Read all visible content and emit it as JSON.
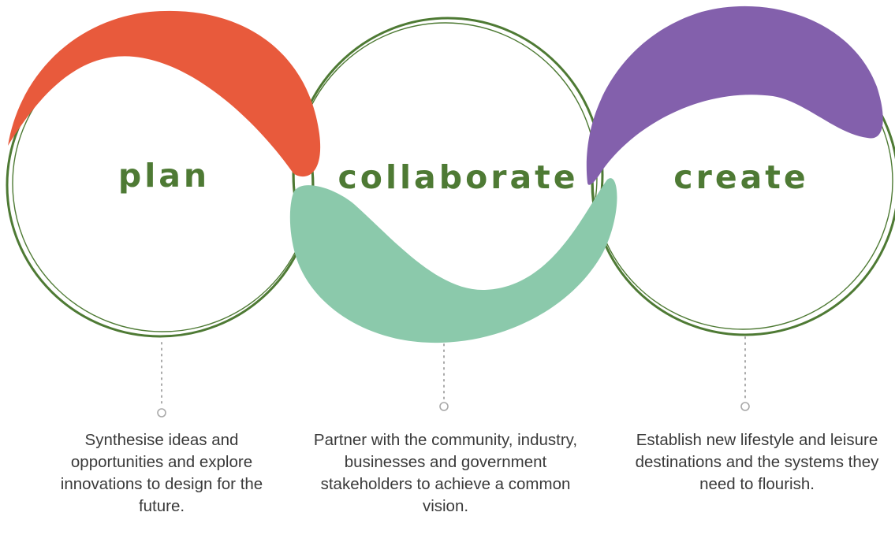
{
  "colors": {
    "ring": "#4e7a34",
    "plan_shape": "#e85a3c",
    "collaborate_shape": "#8bc9ab",
    "create_shape": "#8360ac",
    "label": "#4e7a34",
    "text": "#3a3a3a",
    "connector": "#a9a9a9"
  },
  "stages": [
    {
      "label": "plan",
      "description": "Synthesise ideas and opportunities and explore innovations to design for the future."
    },
    {
      "label": "collaborate",
      "description": "Partner with the community, industry, businesses and government stakeholders to achieve a common vision."
    },
    {
      "label": "create",
      "description": "Establish new lifestyle and leisure destinations and the systems they need to flourish."
    }
  ]
}
